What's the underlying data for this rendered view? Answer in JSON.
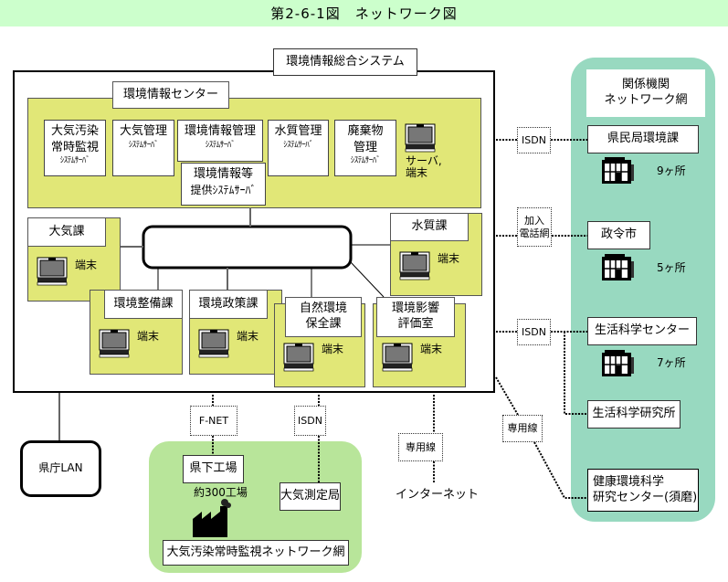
{
  "title": "第2-6-1図　ネットワーク図",
  "system": {
    "label": "環境情報総合システム",
    "center": {
      "label": "環境情報センター",
      "servers": [
        {
          "line1": "大気汚染",
          "line2": "常時監視",
          "sub": "ｼｽﾃﾑｻｰﾊﾞ"
        },
        {
          "line1": "大気管理",
          "line2": "",
          "sub": "ｼｽﾃﾑｻｰﾊﾞ"
        },
        {
          "line1": "環境情報管理",
          "line2": "",
          "sub": "ｼｽﾃﾑｻｰﾊﾞ"
        },
        {
          "line1": "水質管理",
          "line2": "",
          "sub": "ｼｽﾃﾑｻｰﾊﾞ"
        },
        {
          "line1": "廃棄物",
          "line2": "管理",
          "sub": "ｼｽﾃﾑｻｰﾊﾞ"
        }
      ],
      "provider_server": {
        "line1": "環境情報等",
        "line2": "提供ｼｽﾃﾑｻｰﾊﾞ"
      },
      "terminal_label_1": "サーバ,",
      "terminal_label_2": "端末"
    },
    "departments": [
      {
        "id": "taiki",
        "label": "大気課",
        "terminal": "端末"
      },
      {
        "id": "suishitsu",
        "label": "水質課",
        "terminal": "端末"
      },
      {
        "id": "seibi",
        "label": "環境整備課",
        "terminal": "端末"
      },
      {
        "id": "seisaku",
        "label": "環境政策課",
        "terminal": "端末"
      },
      {
        "id": "shizen",
        "label_1": "自然環境",
        "label_2": "保全課",
        "terminal": "端末"
      },
      {
        "id": "eikyo",
        "label_1": "環境影響",
        "label_2": "評価室",
        "terminal": "端末"
      }
    ]
  },
  "connections": {
    "isdn_top": "ISDN",
    "kanyu_1": "加入",
    "kanyu_2": "電話網",
    "isdn_mid": "ISDN",
    "senyo_right": "専用線",
    "fnet": "F-NET",
    "isdn_bottom": "ISDN",
    "senyo_bottom": "専用線"
  },
  "related": {
    "title_1": "関係機関",
    "title_2": "ネットワーク網",
    "nodes": [
      {
        "label": "県民局環境課",
        "count": "9ヶ所"
      },
      {
        "label": "政令市",
        "count": "5ヶ所"
      },
      {
        "label": "生活科学センター",
        "count": "7ヶ所"
      },
      {
        "label": "生活科学研究所"
      },
      {
        "label_1": "健康環境科学",
        "label_2": "研究センター(須磨)"
      }
    ]
  },
  "kencho_lan": "県庁LAN",
  "air_network": {
    "factory": "県下工場",
    "factory_count": "約300工場",
    "station": "大気測定局",
    "label": "大気汚染常時監視ネットワーク網"
  },
  "internet": "インターネット",
  "colors": {
    "title_bg": "#ccffcc",
    "yellow": "#e1e777",
    "teal": "#98d9c0",
    "light_green": "#b8e59a"
  }
}
